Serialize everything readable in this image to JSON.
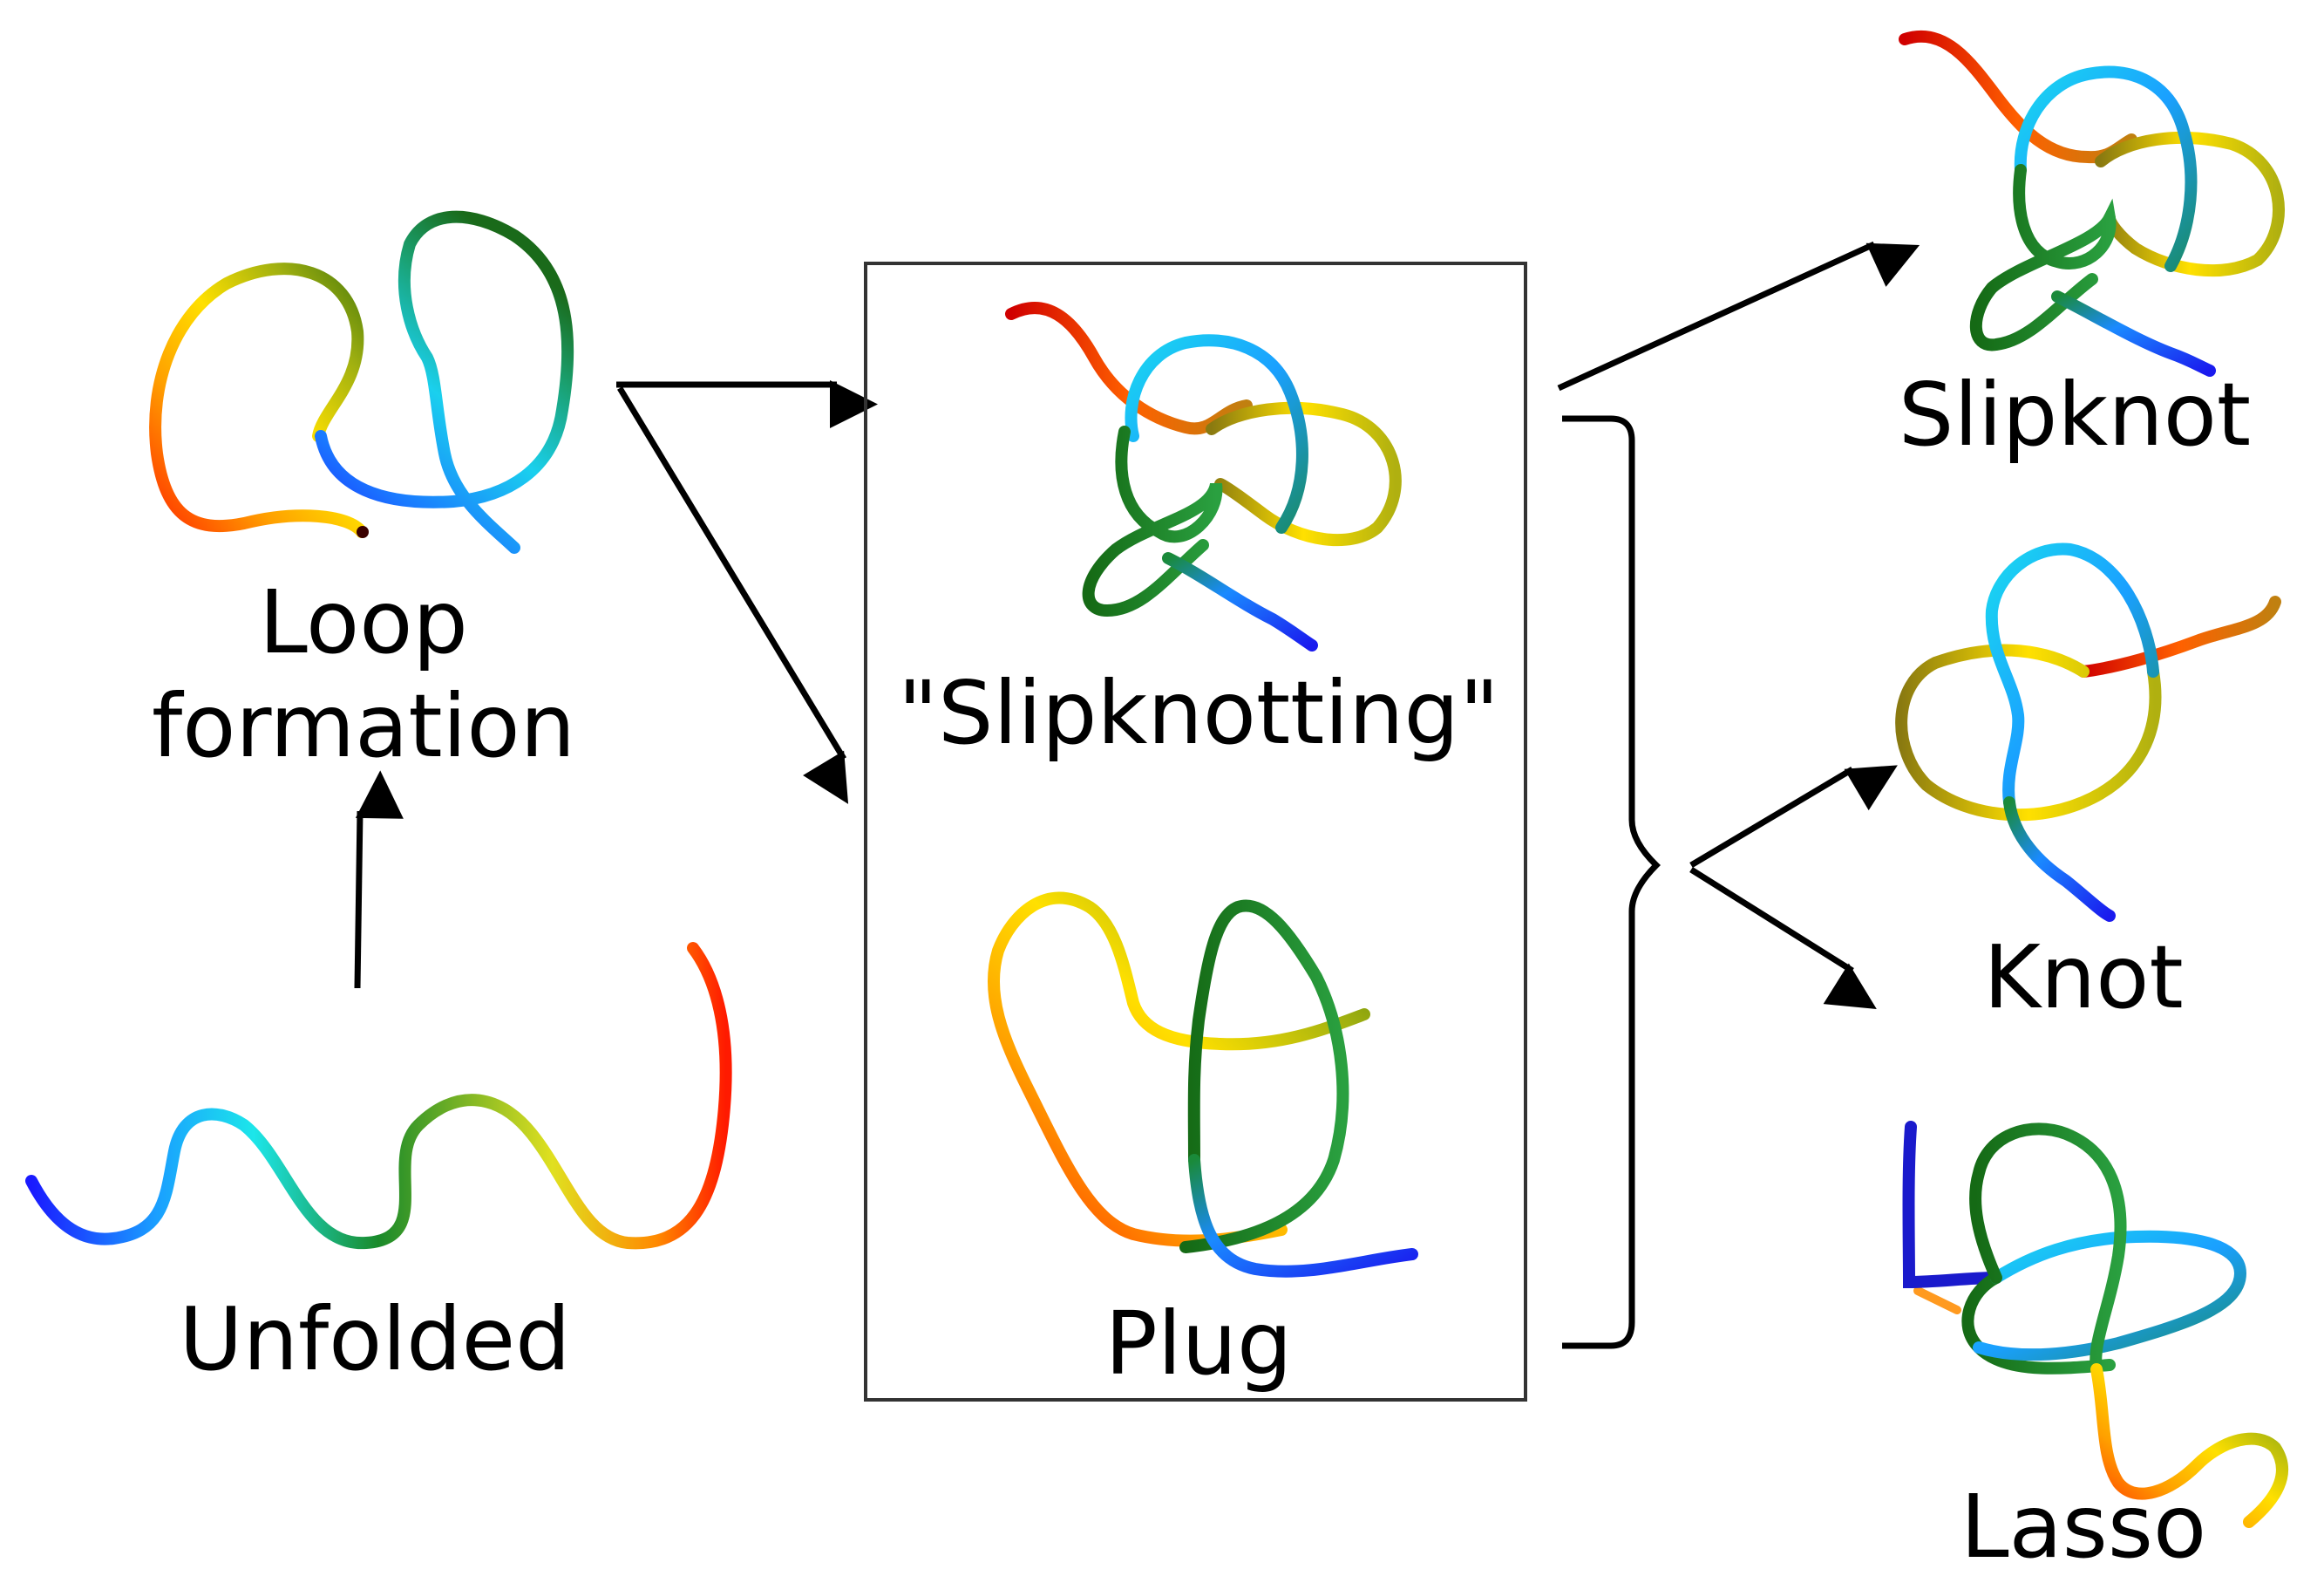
{
  "stages": {
    "loop": {
      "line1": "Loop",
      "line2": "formation"
    },
    "unfolded": {
      "label": "Unfolded"
    },
    "slipknotting": {
      "label": "\"Slipknotting\""
    },
    "plug": {
      "label": "Plug"
    },
    "slipknot": {
      "label": "Slipknot"
    },
    "knot": {
      "label": "Knot"
    },
    "lasso": {
      "label": "Lasso"
    }
  },
  "colors": {
    "arrow": "#000000",
    "box_border": "#333333",
    "background": "#ffffff"
  },
  "chain_gradient": [
    "#1a1aff",
    "#1a9fff",
    "#1ce6ea",
    "#16a04a",
    "#1a7a1a",
    "#c9c914",
    "#ffe000",
    "#ff8a00",
    "#ff2a00",
    "#b00000"
  ]
}
